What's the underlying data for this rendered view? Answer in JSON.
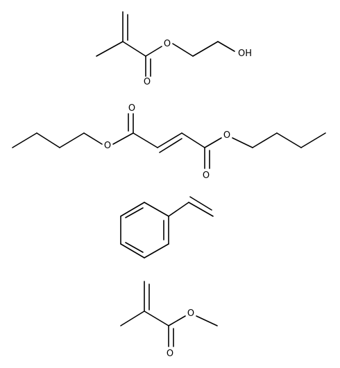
{
  "colors": {
    "background": "#ffffff",
    "ink": "#000000"
  },
  "molecules": [
    {
      "name": "molecule-hydroxyethyl-methacrylate",
      "atom_labels": [
        {
          "id": "o-ester",
          "text": "O"
        },
        {
          "id": "o-carbonyl",
          "text": "O"
        },
        {
          "id": "oh",
          "text": "OH"
        }
      ]
    },
    {
      "name": "molecule-dibutyl-fumarate",
      "atom_labels": [
        {
          "id": "o-ester-left",
          "text": "O"
        },
        {
          "id": "o-carbonyl-left",
          "text": "O"
        },
        {
          "id": "o-ester-right",
          "text": "O"
        },
        {
          "id": "o-carbonyl-right",
          "text": "O"
        }
      ]
    },
    {
      "name": "molecule-styrene",
      "atom_labels": []
    },
    {
      "name": "molecule-methyl-methacrylate",
      "atom_labels": [
        {
          "id": "o-ester",
          "text": "O"
        },
        {
          "id": "o-carbonyl",
          "text": "O"
        }
      ]
    }
  ]
}
